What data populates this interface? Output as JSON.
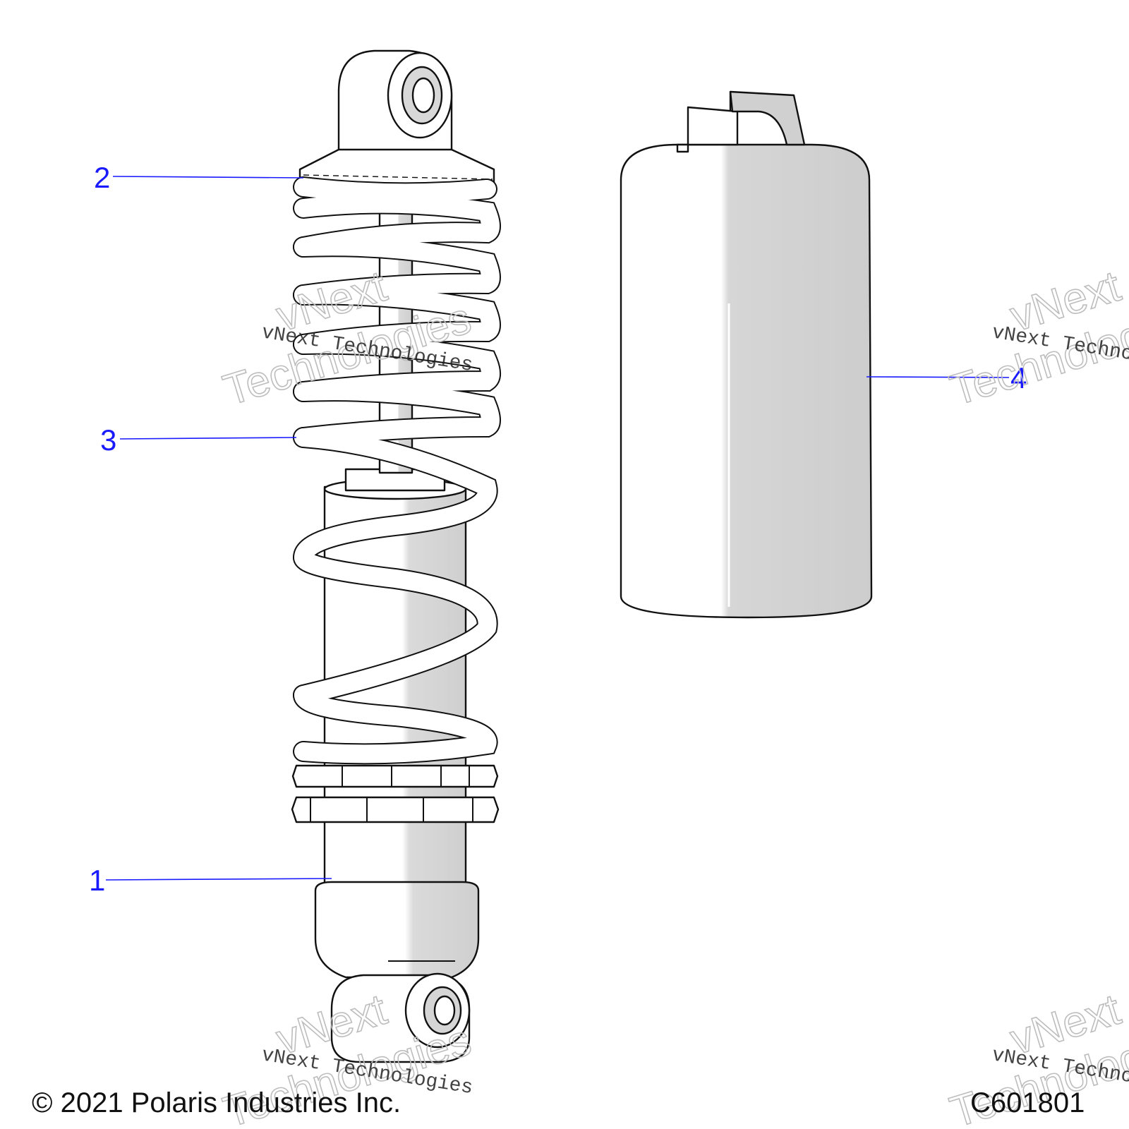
{
  "diagram": {
    "callouts": [
      {
        "id": "1",
        "label": "1"
      },
      {
        "id": "2",
        "label": "2"
      },
      {
        "id": "3",
        "label": "3"
      },
      {
        "id": "4",
        "label": "4"
      }
    ],
    "watermark": {
      "small_text": "vNext Technologies",
      "big_line1": "vNext",
      "big_line2": "Technologies"
    },
    "footer": {
      "copyright": "© 2021 Polaris Industries Inc.",
      "figure_code": "C601801"
    },
    "colors": {
      "callout": "#1a1aff",
      "part_fill": "#ffffff",
      "part_shade": "#d9d9d9",
      "outline": "#111111"
    }
  }
}
